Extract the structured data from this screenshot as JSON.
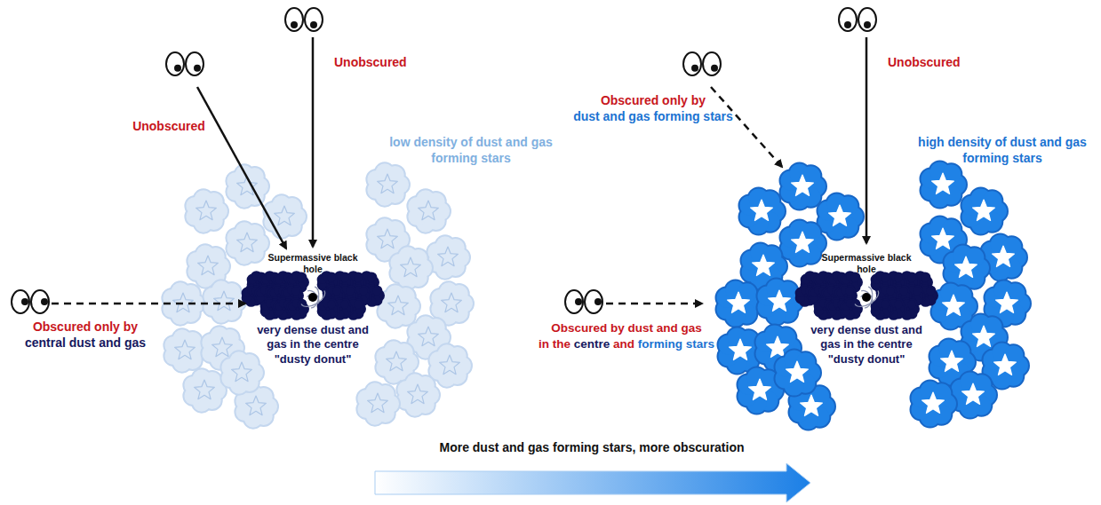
{
  "diagram": {
    "labels": [
      "Unobscured",
      "Unobscured",
      "low density of dust and gas forming stars",
      "Supermassive black hole",
      "Obscured only by",
      "central dust and gas",
      "very dense dust and gas in the centre \"dusty donut\"",
      "Obscured only by",
      "dust and gas forming stars",
      "Unobscured",
      "high density of dust and gas forming stars",
      "Supermassive black hole",
      "very dense dust and gas in the centre \"dusty donut\"",
      "Obscured by dust and gas",
      "in the",
      "centre",
      "and",
      "forming stars",
      "More dust and gas forming stars, more obscuration"
    ]
  }
}
